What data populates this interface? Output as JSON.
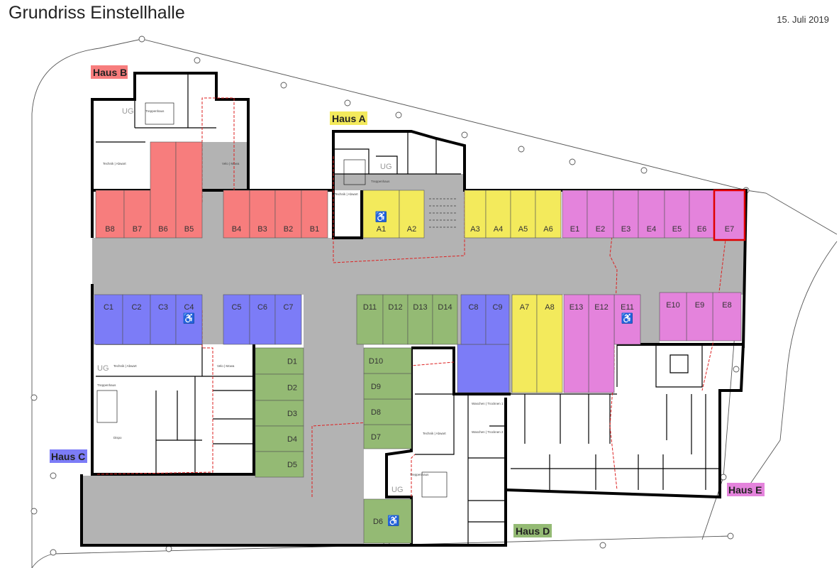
{
  "header": {
    "title": "Grundriss Einstellhalle",
    "date": "15. Juli 2019"
  },
  "houses": {
    "A": {
      "label": "Haus A",
      "color": "#f3ea5c"
    },
    "B": {
      "label": "Haus B",
      "color": "#f77d7d"
    },
    "C": {
      "label": "Haus C",
      "color": "#7c7cf7"
    },
    "D": {
      "label": "Haus D",
      "color": "#94ba74"
    },
    "E": {
      "label": "Haus E",
      "color": "#e483dc"
    }
  },
  "colors": {
    "driveway": "#b3b3b3",
    "walls": "#000000",
    "boundary_dashed": "#dd2222",
    "highlight_border": "#e00000"
  },
  "spots": [
    {
      "id": "B8",
      "house": "B"
    },
    {
      "id": "B7",
      "house": "B"
    },
    {
      "id": "B6",
      "house": "B"
    },
    {
      "id": "B5",
      "house": "B"
    },
    {
      "id": "B4",
      "house": "B"
    },
    {
      "id": "B3",
      "house": "B"
    },
    {
      "id": "B2",
      "house": "B"
    },
    {
      "id": "B1",
      "house": "B"
    },
    {
      "id": "A1",
      "house": "A",
      "accessible": true
    },
    {
      "id": "A2",
      "house": "A"
    },
    {
      "id": "A3",
      "house": "A"
    },
    {
      "id": "A4",
      "house": "A"
    },
    {
      "id": "A5",
      "house": "A"
    },
    {
      "id": "A6",
      "house": "A"
    },
    {
      "id": "A7",
      "house": "A"
    },
    {
      "id": "A8",
      "house": "A"
    },
    {
      "id": "E1",
      "house": "E"
    },
    {
      "id": "E2",
      "house": "E"
    },
    {
      "id": "E3",
      "house": "E"
    },
    {
      "id": "E4",
      "house": "E"
    },
    {
      "id": "E5",
      "house": "E"
    },
    {
      "id": "E6",
      "house": "E"
    },
    {
      "id": "E7",
      "house": "E",
      "highlighted": true
    },
    {
      "id": "E8",
      "house": "E"
    },
    {
      "id": "E9",
      "house": "E"
    },
    {
      "id": "E10",
      "house": "E"
    },
    {
      "id": "E11",
      "house": "E",
      "accessible": true
    },
    {
      "id": "E12",
      "house": "E"
    },
    {
      "id": "E13",
      "house": "E"
    },
    {
      "id": "C1",
      "house": "C"
    },
    {
      "id": "C2",
      "house": "C"
    },
    {
      "id": "C3",
      "house": "C"
    },
    {
      "id": "C4",
      "house": "C",
      "accessible": true
    },
    {
      "id": "C5",
      "house": "C"
    },
    {
      "id": "C6",
      "house": "C"
    },
    {
      "id": "C7",
      "house": "C"
    },
    {
      "id": "C8",
      "house": "C"
    },
    {
      "id": "C9",
      "house": "C"
    },
    {
      "id": "D1",
      "house": "D"
    },
    {
      "id": "D2",
      "house": "D"
    },
    {
      "id": "D3",
      "house": "D"
    },
    {
      "id": "D4",
      "house": "D"
    },
    {
      "id": "D5",
      "house": "D"
    },
    {
      "id": "D6",
      "house": "D",
      "accessible": true
    },
    {
      "id": "D7",
      "house": "D"
    },
    {
      "id": "D8",
      "house": "D"
    },
    {
      "id": "D9",
      "house": "D"
    },
    {
      "id": "D10",
      "house": "D"
    },
    {
      "id": "D11",
      "house": "D"
    },
    {
      "id": "D12",
      "house": "D"
    },
    {
      "id": "D13",
      "house": "D"
    },
    {
      "id": "D14",
      "house": "D"
    }
  ],
  "rooms": {
    "technik": "Technik | Abwart",
    "velo": "Velo | Mowa",
    "treppenhaus": "Treppenhaus",
    "ug": "UG",
    "disp": "Dispo",
    "waschen1": "Waschen | Trocknen 1",
    "waschen2": "Waschen | Trocknen 2"
  },
  "icons": {
    "accessible": "wheelchair-icon"
  }
}
